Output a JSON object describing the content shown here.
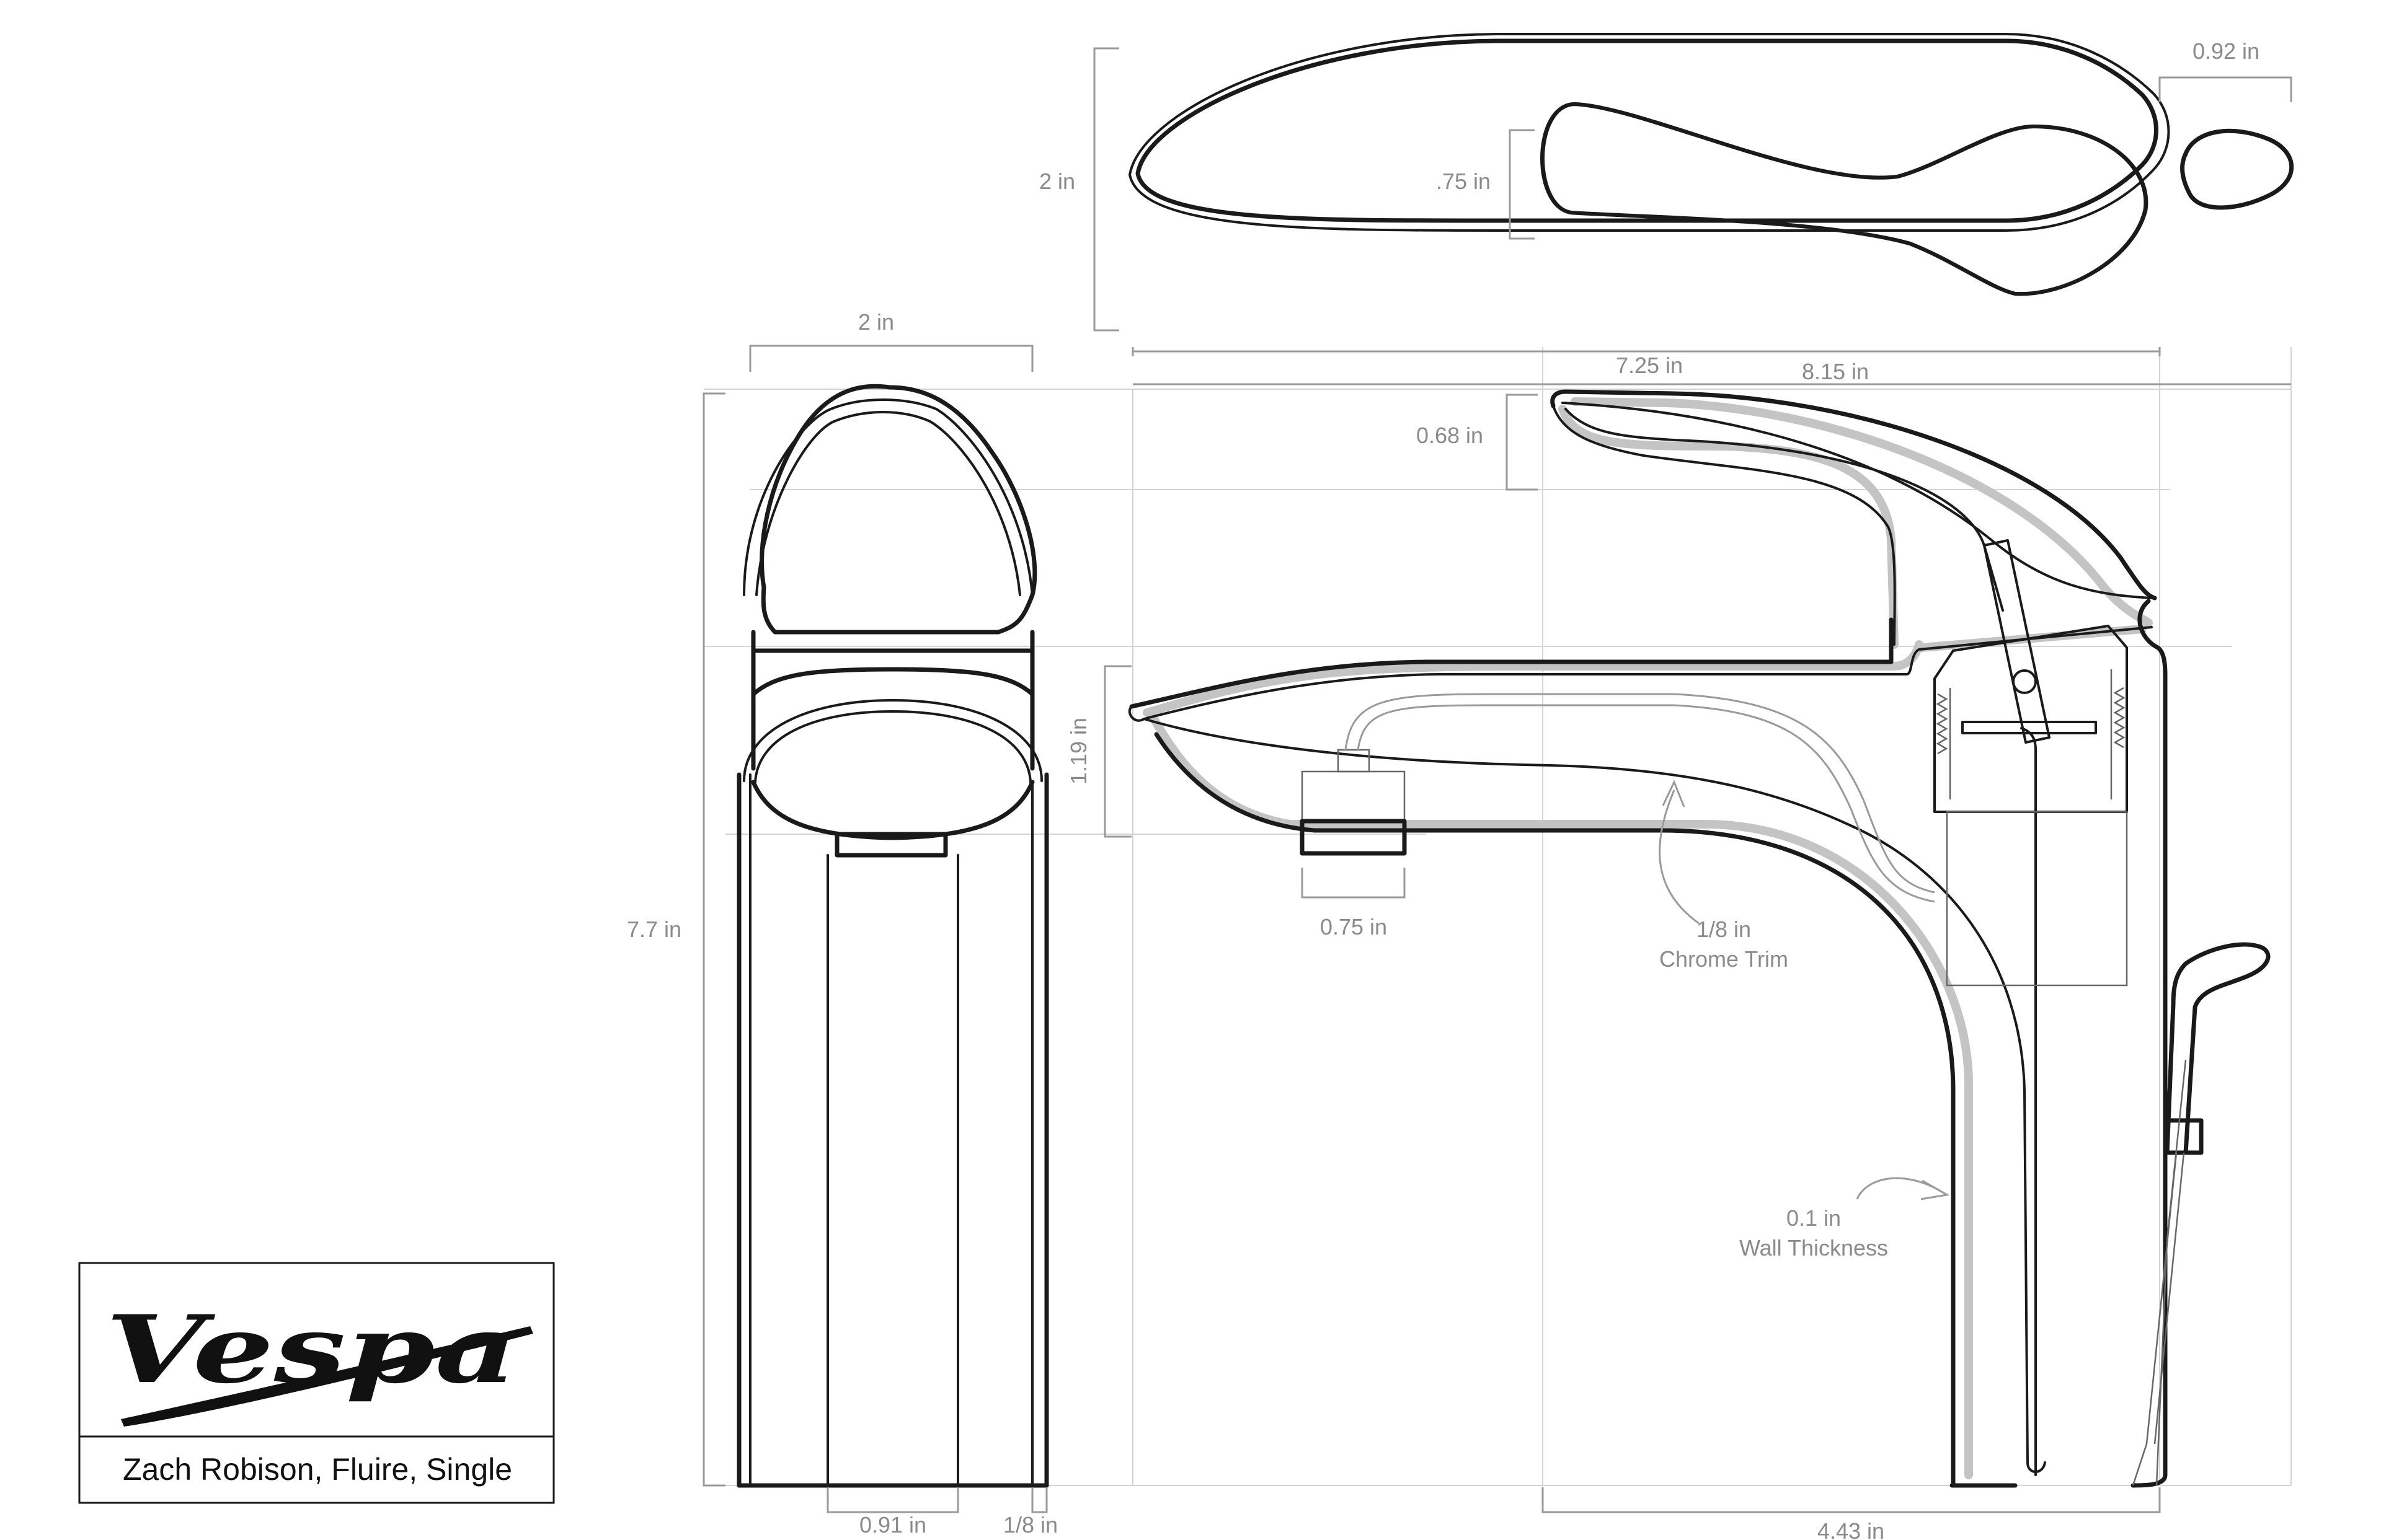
{
  "titleblock": {
    "logo": "Vespa",
    "caption": "Zach Robison, Fluire, Single"
  },
  "dimensions": {
    "top_height": "2 in",
    "top_inner_height": ".75 in",
    "handle_tip_width": "0.92 in",
    "top_length": "7.25 in",
    "overall_length": "8.15 in",
    "front_width": "2 in",
    "handle_thickness": "0.68 in",
    "spout_height": "1.19 in",
    "aerator_width": "0.75 in",
    "overall_height": "7.7 in",
    "front_inner_width": "0.91 in",
    "front_trim": "1/8 in",
    "base_length": "4.43 in"
  },
  "annotations": {
    "chrome_trim_value": "1/8 in",
    "chrome_trim_label": "Chrome Trim",
    "wall_thickness_value": "0.1 in",
    "wall_thickness_label": "Wall Thickness"
  }
}
